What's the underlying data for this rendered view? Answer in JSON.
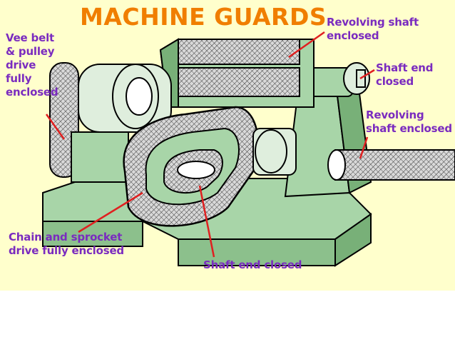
{
  "title": "MACHINE GUARDS",
  "labels": {
    "vee_belt": "Vee belt\n& pulley\ndrive\nfully\nenclosed",
    "revolving_shaft_top": "Revolving shaft\nenclosed",
    "shaft_end_right": "Shaft end\nclosed",
    "revolving_shaft_right": "Revolving\nshaft enclosed",
    "chain_sprocket": "Chain and sprocket\ndrive fully enclosed",
    "shaft_end_bottom": "Shaft end closed"
  },
  "colors": {
    "background": "#ffffcc",
    "title": "#f07e00",
    "label_text": "#7a2bbf",
    "leader_line": "#e02020",
    "machine_body": "#a8d5a8",
    "guard_mesh": "#c8c8c8"
  }
}
